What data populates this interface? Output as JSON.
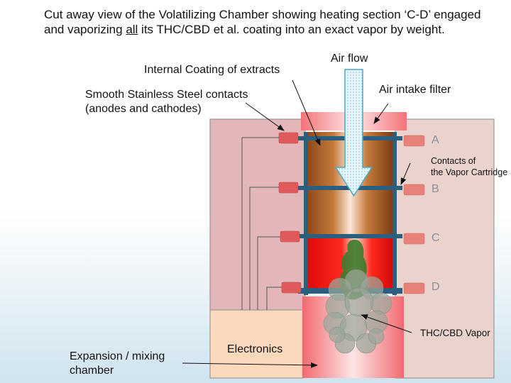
{
  "caption": {
    "part1": "Cut away view of the Volatilizing Chamber showing heating section ‘C-D’ engaged and vaporizing ",
    "emphasis": "all",
    "part2": " its THC/CBD et al. coating into an exact vapor by weight."
  },
  "labels": {
    "air_flow": "Air flow",
    "internal_coating": "Internal Coating of extracts",
    "air_intake_filter": "Air intake filter",
    "steel_contacts_line1": "Smooth Stainless Steel contacts",
    "steel_contacts_line2": "(anodes and cathodes)",
    "cartridge_contacts_line1": "Contacts of",
    "cartridge_contacts_line2": "the Vapor Cartridge",
    "vapor": "THC/CBD Vapor",
    "electronics": "Electronics",
    "expansion_line1": "Expansion / mixing",
    "expansion_line2": "chamber"
  },
  "contact_letters": [
    "A",
    "B",
    "C",
    "D"
  ],
  "colors": {
    "housing_left": "#e3b6ba",
    "housing_right": "#ead3cc",
    "electronics": "#fbd9bd",
    "contact": "#e05a5a",
    "band": "#2c5f7e",
    "arrow": "#daf1fa"
  }
}
